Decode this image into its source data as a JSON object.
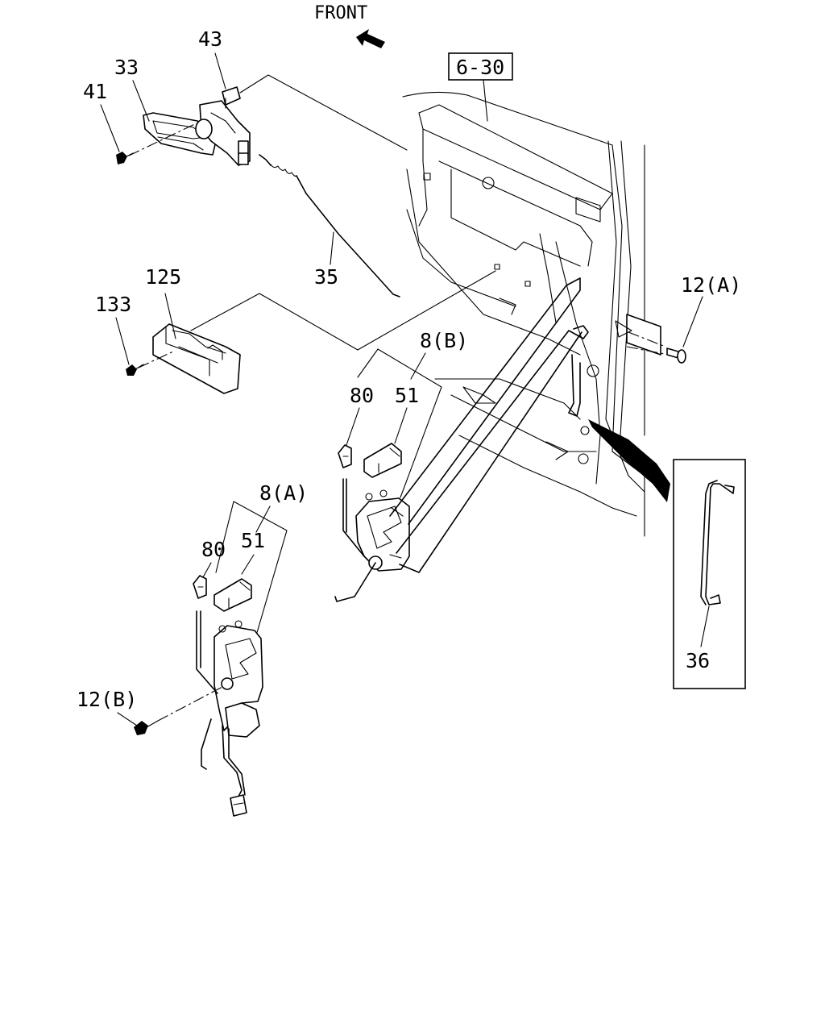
{
  "direction_label": "FRONT",
  "reference_box": "6-30",
  "callouts": {
    "c43": "43",
    "c33": "33",
    "c41": "41",
    "c35": "35",
    "c125": "125",
    "c133": "133",
    "c12a": "12(A)",
    "c8b": "8(B)",
    "c80b": "80",
    "c51b": "51",
    "c8a": "8(A)",
    "c80a": "80",
    "c51a": "51",
    "c12b": "12(B)",
    "c36": "36"
  }
}
